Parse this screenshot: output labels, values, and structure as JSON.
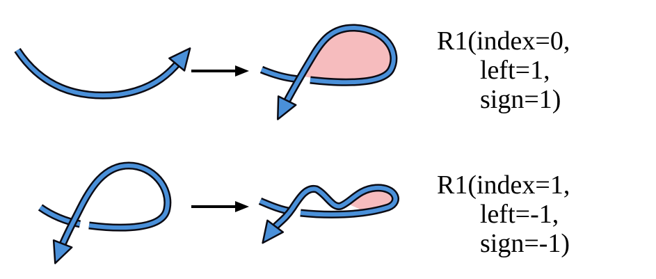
{
  "colors": {
    "strand_fill": "#4a90d9",
    "strand_outline": "#0b0b14",
    "loop_fill": "#f6bcbe",
    "arrow": "#000000"
  },
  "rows": [
    {
      "label": {
        "line1": "R1(index=0,",
        "line2": "left=1,",
        "line3": "sign=1)"
      }
    },
    {
      "label": {
        "line1": "R1(index=1,",
        "line2": "left=-1,",
        "line3": "sign=-1)"
      }
    }
  ]
}
